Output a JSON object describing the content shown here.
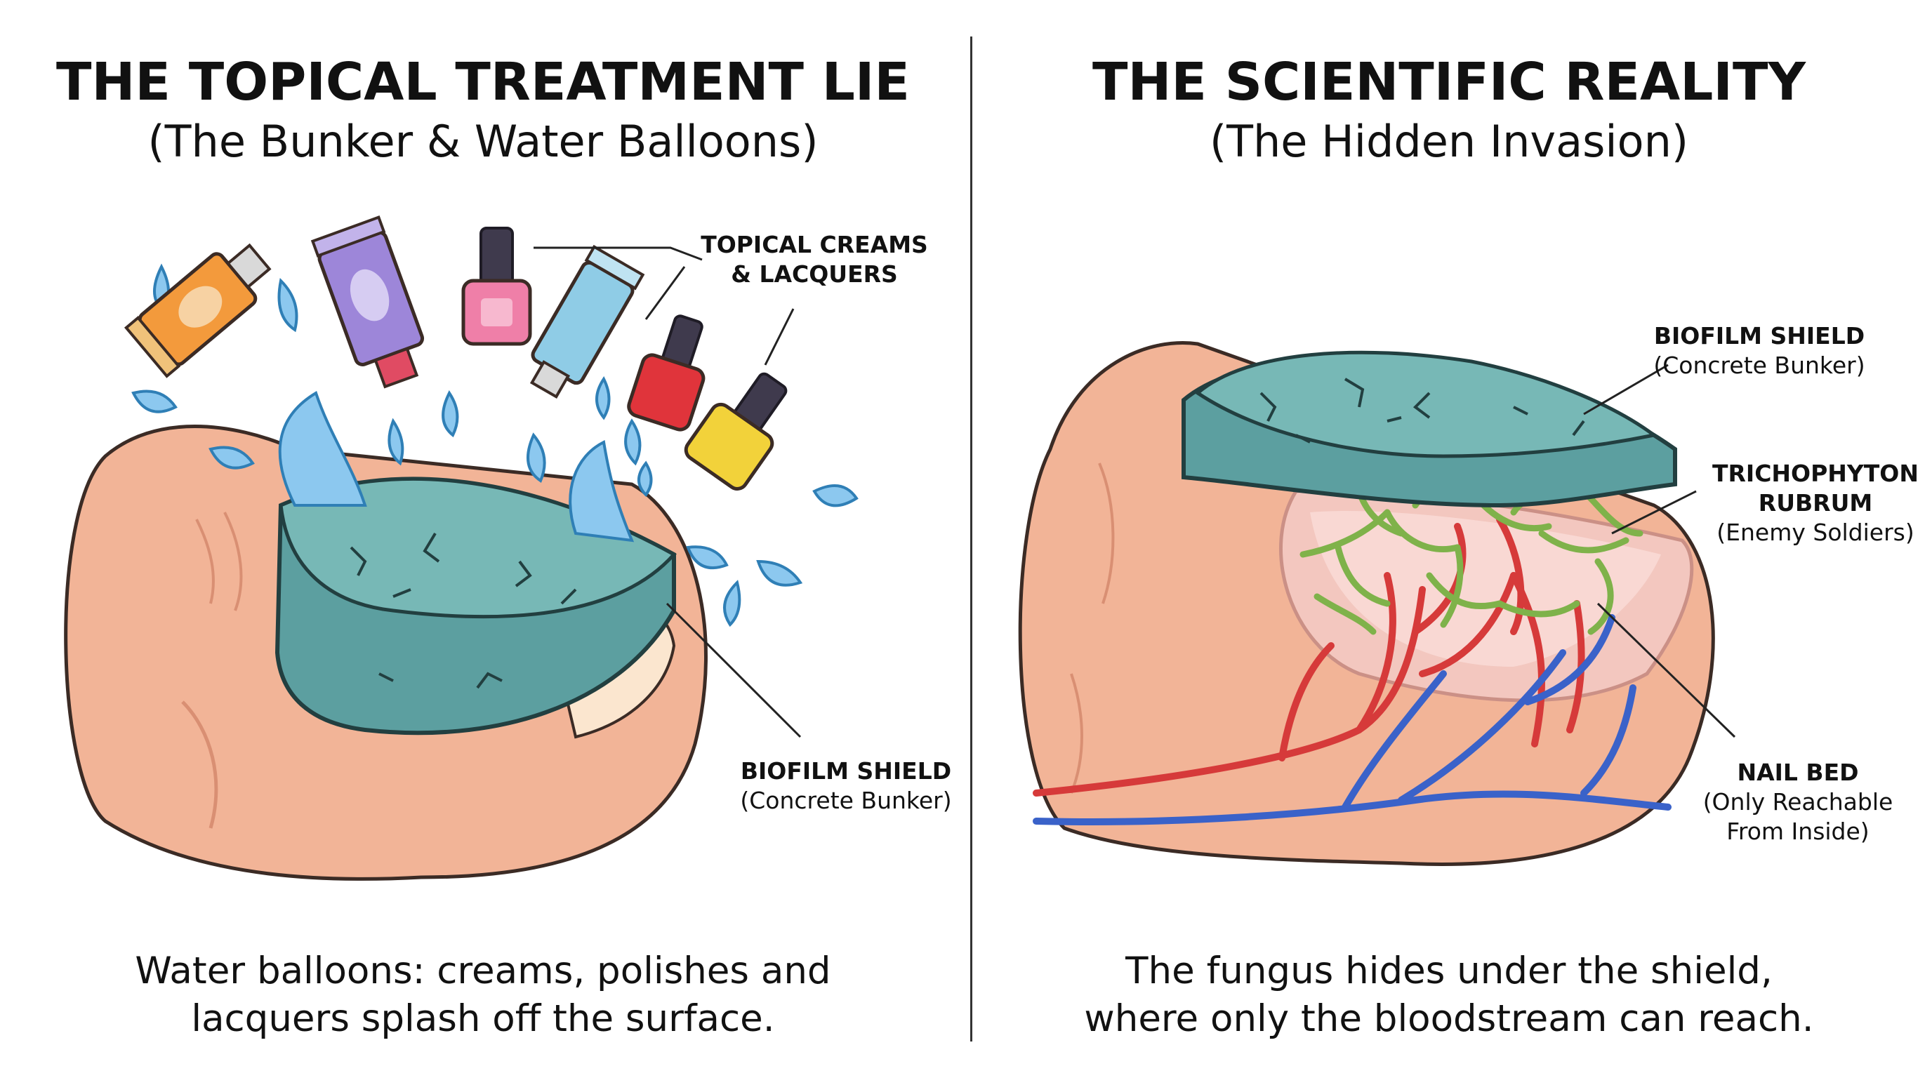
{
  "left": {
    "title": "THE TOPICAL TREATMENT LIE",
    "subtitle": "(The Bunker & Water Balloons)",
    "labels": {
      "creams_line1": "TOPICAL CREAMS",
      "creams_line2": "& LACQUERS",
      "shield_title": "BIOFILM SHIELD",
      "shield_sub": "(Concrete Bunker)"
    },
    "caption_line1": "Water balloons: creams, polishes and",
    "caption_line2": "lacquers splash off the surface."
  },
  "right": {
    "title": "THE SCIENTIFIC REALITY",
    "subtitle": "(The Hidden Invasion)",
    "labels": {
      "shield_title": "BIOFILM SHIELD",
      "shield_sub": "(Concrete Bunker)",
      "fungus_line1": "TRICHOPHYTON",
      "fungus_line2": "RUBRUM",
      "fungus_sub": "(Enemy Soldiers)",
      "bed_title": "NAIL BED",
      "bed_sub1": "(Only Reachable",
      "bed_sub2": "From Inside)"
    },
    "caption_line1": "The fungus hides under the shield,",
    "caption_line2": "where only the bloodstream can reach."
  },
  "colors": {
    "skin": "#f2b497",
    "skin_dark": "#d98f73",
    "shield": "#5c9fa0",
    "shield_top": "#77b8b6",
    "water": "#8cc8ef",
    "artery": "#d63a3a",
    "vein": "#3a62c9",
    "fungus": "#7fb24a"
  }
}
